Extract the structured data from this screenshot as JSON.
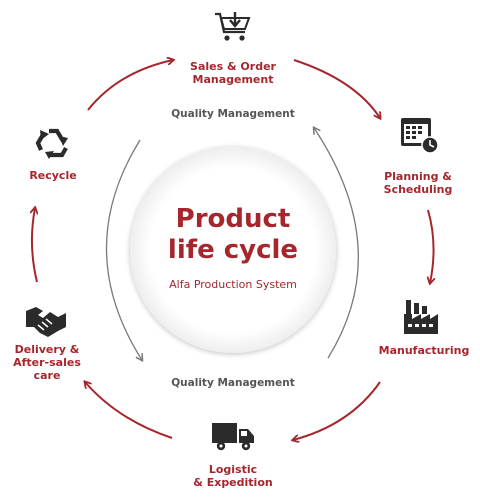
{
  "center": {
    "title": "Product\nlife cycle",
    "subtitle": "Alfa Production System"
  },
  "quality": {
    "top": "Quality Management",
    "bottom": "Quality Management"
  },
  "stages": [
    {
      "label": "Sales & Order\nManagement",
      "icon": "shopping-cart-icon"
    },
    {
      "label": "Planning &\nScheduling",
      "icon": "calendar-clock-icon"
    },
    {
      "label": "Manufacturing",
      "icon": "factory-icon"
    },
    {
      "label": "Logistic\n& Expedition",
      "icon": "truck-icon"
    },
    {
      "label": "Delivery &\nAfter-sales\ncare",
      "icon": "handshake-icon"
    },
    {
      "label": "Recycle",
      "icon": "recycle-icon"
    }
  ],
  "colors": {
    "accent": "#a5272d",
    "inner_arrow": "#7a7a7a",
    "icon": "#2b2b2b"
  }
}
